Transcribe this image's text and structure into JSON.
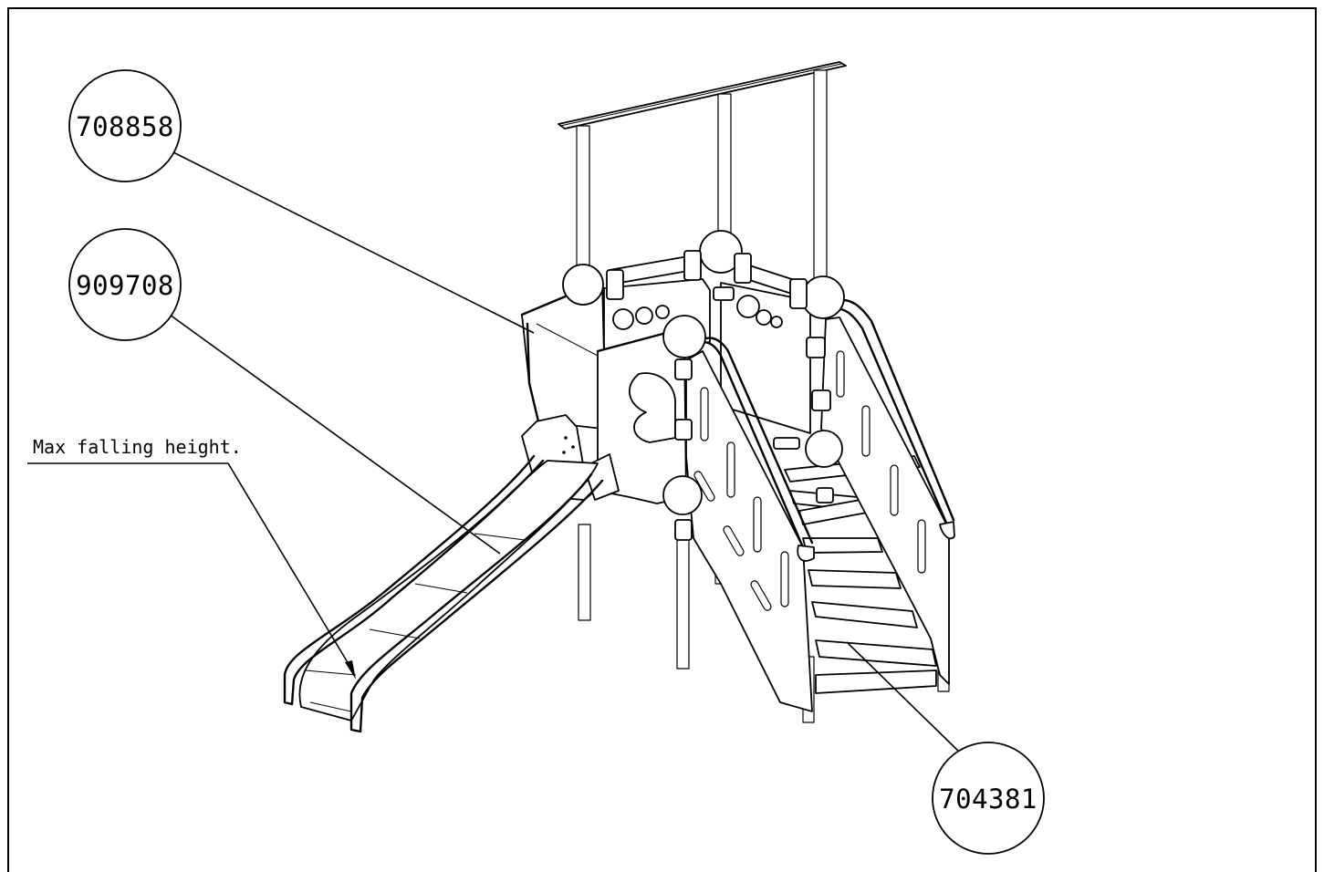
{
  "callouts": [
    {
      "id": "part-a",
      "label": "708858"
    },
    {
      "id": "part-b",
      "label": "909708"
    },
    {
      "id": "part-c",
      "label": "704381"
    }
  ],
  "note": {
    "text": "Max falling height."
  }
}
